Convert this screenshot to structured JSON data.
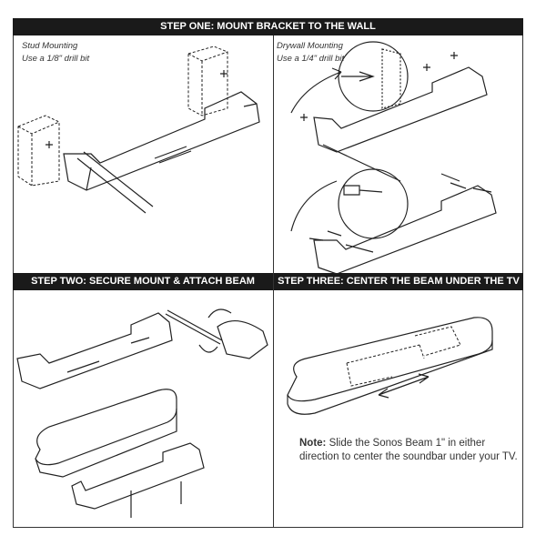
{
  "step_one": {
    "title": "STEP ONE:  MOUNT BRACKET TO THE WALL",
    "stud": {
      "heading": "Stud Mounting",
      "instruction": "Use a 1/8\" drill bit"
    },
    "drywall": {
      "heading": "Drywall Mounting",
      "instruction": "Use a 1/4\" drill bit"
    }
  },
  "step_two": {
    "title": "STEP TWO:  SECURE MOUNT & ATTACH BEAM"
  },
  "step_three": {
    "title": "STEP THREE:  CENTER THE BEAM UNDER THE TV",
    "note_label": "Note:",
    "note_text": " Slide the Sonos Beam 1\" in either direction to center the soundbar under your TV."
  }
}
